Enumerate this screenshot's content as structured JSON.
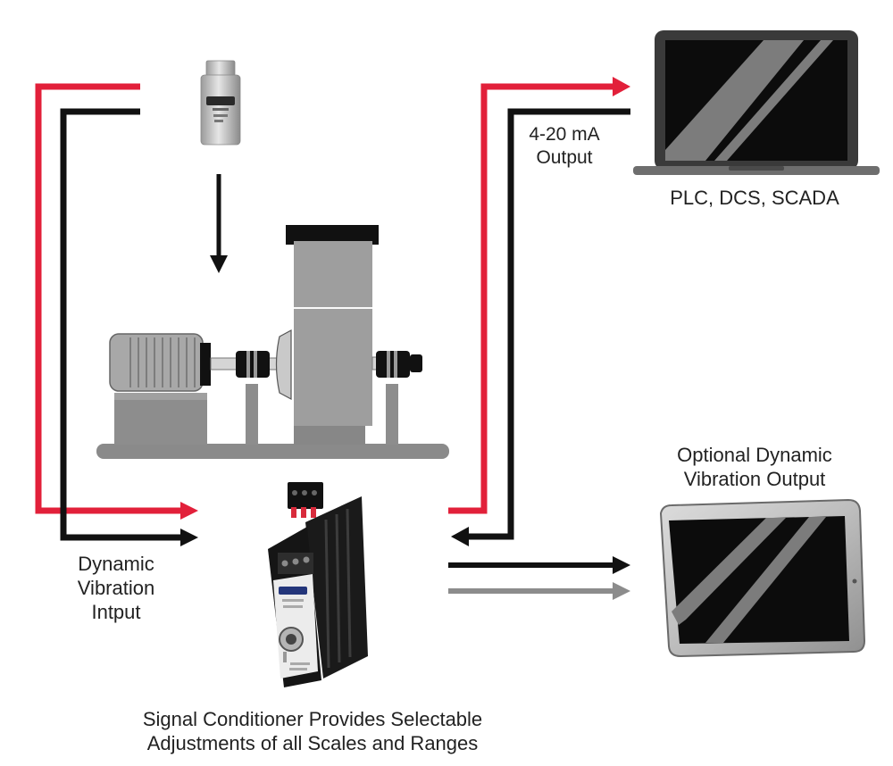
{
  "labels": {
    "output_4_20": [
      "4-20 mA",
      "Output"
    ],
    "plc": "PLC, DCS, SCADA",
    "optional_output": [
      "Optional Dynamic",
      "Vibration Output"
    ],
    "dynamic_input": [
      "Dynamic",
      "Vibration",
      "Intput"
    ],
    "conditioner_caption": [
      "Signal Conditioner Provides Selectable",
      "Adjustments of all Scales and Ranges"
    ]
  },
  "colors": {
    "red_wire": "#e2203a",
    "black_wire": "#111111",
    "gray_wire": "#8c8c8c"
  },
  "icons": [
    "accelerometer-sensor-icon",
    "motor-pump-machine-icon",
    "signal-conditioner-icon",
    "laptop-icon",
    "tablet-icon"
  ]
}
